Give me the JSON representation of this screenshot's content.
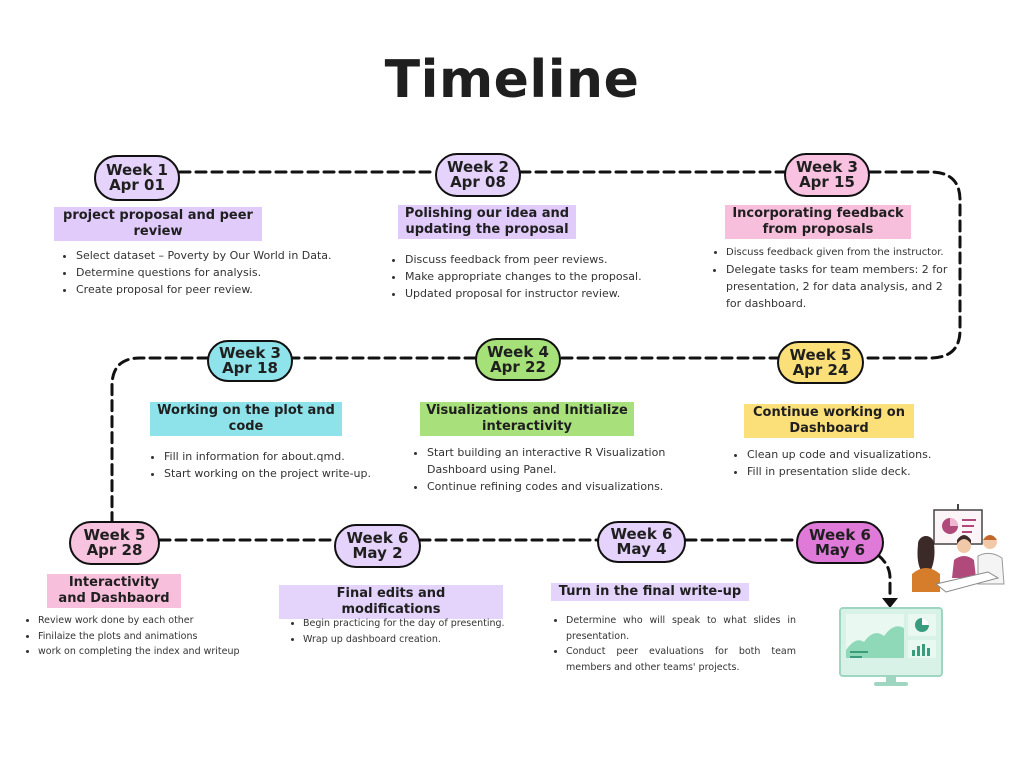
{
  "title": "Timeline",
  "milestones": [
    {
      "week": "Week 1",
      "date": "Apr 01",
      "heading": "project proposal  and peer review",
      "tasks": [
        "Select dataset –  Poverty by Our World in Data.",
        "Determine questions for analysis.",
        "Create proposal for peer review."
      ],
      "pill_color": "#e6d3fb",
      "highlight_color": "#e0cbfb"
    },
    {
      "week": "Week 2",
      "date": "Apr 08",
      "heading": "Polishing our idea and updating the proposal",
      "tasks": [
        "Discuss feedback from peer reviews.",
        "Make appropriate changes to the proposal.",
        "Updated proposal for instructor review."
      ],
      "pill_color": "#e6d3fb",
      "highlight_color": "#e0cbfb"
    },
    {
      "week": "Week 3",
      "date": "Apr 15",
      "heading": "Incorporating feedback from proposals",
      "tasks": [
        "Discuss feedback given from the instructor.",
        "Delegate tasks for team members: 2 for presentation, 2 for data analysis, and 2 for dashboard."
      ],
      "pill_color": "#f9c2e0",
      "highlight_color": "#f7bfdc"
    },
    {
      "week": "Week 3",
      "date": "Apr 18",
      "heading": "Working on the plot and code",
      "tasks": [
        "Fill in information for about.qmd.",
        "Start working on the project write-up."
      ],
      "pill_color": "#8fe3ea",
      "highlight_color": "#8ee2ea"
    },
    {
      "week": "Week 4",
      "date": "Apr 22",
      "heading": "Visualizations and Initialize interactivity",
      "tasks": [
        "Start building an interactive R Visualization Dashboard using Panel.",
        "Continue refining codes and visualizations."
      ],
      "pill_color": "#a6e078",
      "highlight_color": "#a8e07c"
    },
    {
      "week": "Week 5",
      "date": "Apr 24",
      "heading": "Continue working  on Dashboard",
      "tasks": [
        "Clean up code and visualizations.",
        "Fill in presentation slide deck."
      ],
      "pill_color": "#fbe07a",
      "highlight_color": "#fbe07a"
    },
    {
      "week": "Week 5",
      "date": "Apr 28",
      "heading": "Interactivity and Dashbaord",
      "tasks": [
        "Review work done by each other",
        "Finilaize the plots and animations",
        "work on completing the index and writeup"
      ],
      "pill_color": "#f8c3df",
      "highlight_color": "#f7bfdc"
    },
    {
      "week": "Week 6",
      "date": "May 2",
      "heading": "Final edits and modifications",
      "tasks": [
        "Begin practicing for the day of presenting.",
        "Wrap up dashboard creation."
      ],
      "pill_color": "#e6d3fb",
      "highlight_color": "#e4d3fb"
    },
    {
      "week": "Week 6",
      "date": "May 4",
      "heading": "Turn in the final write-up",
      "tasks": [
        "Determine who will speak to what slides in presentation.",
        "Conduct peer evaluations for both team members and other teams' projects."
      ],
      "pill_color": "#e6d3fb",
      "highlight_color": "#e4d3fb"
    },
    {
      "week": "Week 6",
      "date": "May 6",
      "pill_color": "#e07ad8"
    }
  ],
  "illustration": {
    "icon": "presentation-dashboard-illustration",
    "colors": {
      "screen": "#d8f2e8",
      "chart": "#8fd8b8",
      "accent": "#3a9c7c",
      "board": "#b04a7a"
    }
  }
}
